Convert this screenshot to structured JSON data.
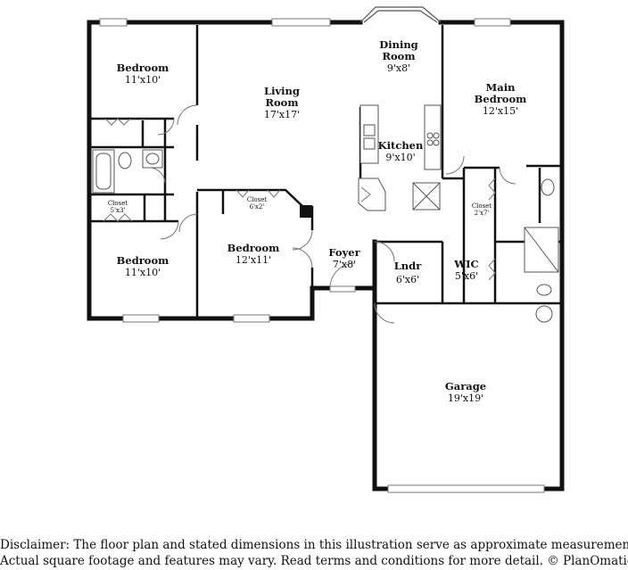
{
  "rooms": {
    "bedroom_nw": {
      "name": "Bedroom",
      "dim": "11'x10'"
    },
    "living": {
      "name1": "Living",
      "name2": "Room",
      "dim": "17'x17'"
    },
    "dining": {
      "name1": "Dining",
      "name2": "Room",
      "dim": "9'x8'"
    },
    "main_bed": {
      "name1": "Main",
      "name2": "Bedroom",
      "dim": "12'x15'"
    },
    "kitchen": {
      "name": "Kitchen",
      "dim": "9'x10'"
    },
    "closet_sm": {
      "name": "Closet",
      "dim": "5'x3'"
    },
    "closet_mid": {
      "name": "Closet",
      "dim": "6'x2'"
    },
    "closet_main": {
      "name": "Closet",
      "dim": "2'x7'"
    },
    "bedroom_sw": {
      "name": "Bedroom",
      "dim": "11'x10'"
    },
    "bedroom_mid": {
      "name": "Bedroom",
      "dim": "12'x11'"
    },
    "foyer": {
      "name": "Foyer",
      "dim": "7'x8'"
    },
    "laundry": {
      "name": "Lndr",
      "dim": "6'x6'"
    },
    "wic": {
      "name": "WIC",
      "dim": "5'x6'"
    },
    "garage": {
      "name": "Garage",
      "dim": "19'x19'"
    }
  },
  "disclaimer": {
    "line1": "Disclaimer: The floor plan and stated dimensions in this illustration serve as approximate measurements.",
    "line2": "Actual square footage and features may vary. Read terms and conditions for more detail. © PlanOmatic"
  }
}
